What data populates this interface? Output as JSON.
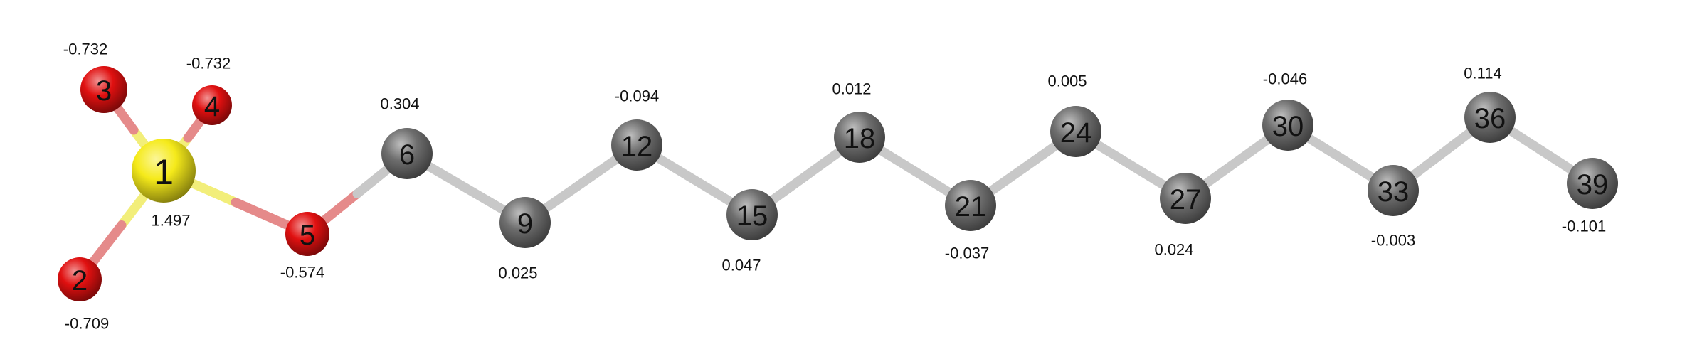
{
  "molecule": {
    "colors": {
      "sulfur": "#f5ea1a",
      "oxygen": "#e01010",
      "carbon": "#6e6e6e",
      "bond": "#c8c8c8",
      "bond_sulfur": "#f2ee7a",
      "bond_oxygen": "#e58a8a"
    },
    "atoms": [
      {
        "id": "1",
        "element": "S",
        "label": "1",
        "charge": "1.497"
      },
      {
        "id": "2",
        "element": "O",
        "label": "2",
        "charge": "-0.709"
      },
      {
        "id": "3",
        "element": "O",
        "label": "3",
        "charge": "-0.732"
      },
      {
        "id": "4",
        "element": "O",
        "label": "4",
        "charge": "-0.732"
      },
      {
        "id": "5",
        "element": "O",
        "label": "5",
        "charge": "-0.574"
      },
      {
        "id": "6",
        "element": "C",
        "label": "6",
        "charge": "0.304"
      },
      {
        "id": "9",
        "element": "C",
        "label": "9",
        "charge": "0.025"
      },
      {
        "id": "12",
        "element": "C",
        "label": "12",
        "charge": "-0.094"
      },
      {
        "id": "15",
        "element": "C",
        "label": "15",
        "charge": "0.047"
      },
      {
        "id": "18",
        "element": "C",
        "label": "18",
        "charge": "0.012"
      },
      {
        "id": "21",
        "element": "C",
        "label": "21",
        "charge": "-0.037"
      },
      {
        "id": "24",
        "element": "C",
        "label": "24",
        "charge": "0.005"
      },
      {
        "id": "27",
        "element": "C",
        "label": "27",
        "charge": "0.024"
      },
      {
        "id": "30",
        "element": "C",
        "label": "30",
        "charge": "-0.046"
      },
      {
        "id": "33",
        "element": "C",
        "label": "33",
        "charge": "-0.003"
      },
      {
        "id": "36",
        "element": "C",
        "label": "36",
        "charge": "0.114"
      },
      {
        "id": "39",
        "element": "C",
        "label": "39",
        "charge": "-0.101"
      }
    ],
    "bonds": [
      [
        "1",
        "2"
      ],
      [
        "1",
        "3"
      ],
      [
        "1",
        "4"
      ],
      [
        "1",
        "5"
      ],
      [
        "5",
        "6"
      ],
      [
        "6",
        "9"
      ],
      [
        "9",
        "12"
      ],
      [
        "12",
        "15"
      ],
      [
        "15",
        "18"
      ],
      [
        "18",
        "21"
      ],
      [
        "21",
        "24"
      ],
      [
        "24",
        "27"
      ],
      [
        "27",
        "30"
      ],
      [
        "30",
        "33"
      ],
      [
        "33",
        "36"
      ],
      [
        "36",
        "39"
      ]
    ]
  }
}
